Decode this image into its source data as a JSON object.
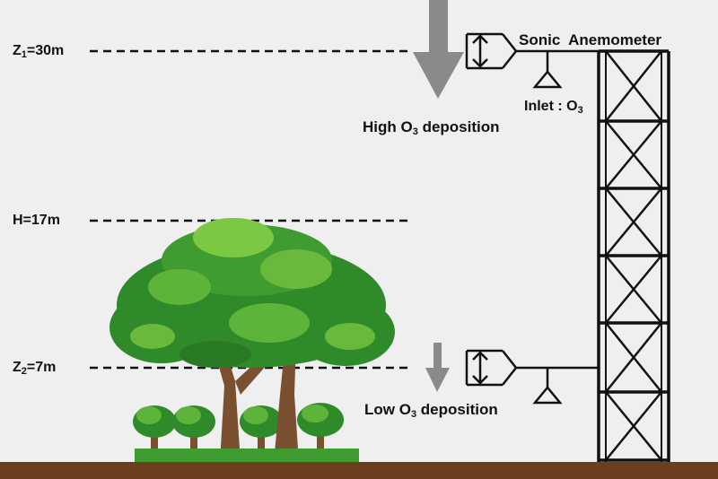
{
  "levels": {
    "z1": {
      "symbol": "Z",
      "sub": "1",
      "value": "=30m"
    },
    "h": {
      "text": "H=17m"
    },
    "z2": {
      "symbol": "Z",
      "sub": "2",
      "value": "=7m"
    }
  },
  "instrument": {
    "sonic_anemometer": "Sonic  Anemometer",
    "inlet_prefix": "Inlet : O",
    "inlet_sub": "3"
  },
  "deposition": {
    "high": {
      "prefix": "High O",
      "sub": "3",
      "suffix": " deposition"
    },
    "low": {
      "prefix": "Low O",
      "sub": "3",
      "suffix": " deposition"
    }
  },
  "colors": {
    "background": "#efefef",
    "arrow": "#8a8a8a",
    "ground": "#6b3e1f",
    "tower": "#111111",
    "foliage_dark": "#2f8a2a",
    "foliage_light": "#7bc843",
    "trunk": "#7a5030"
  }
}
